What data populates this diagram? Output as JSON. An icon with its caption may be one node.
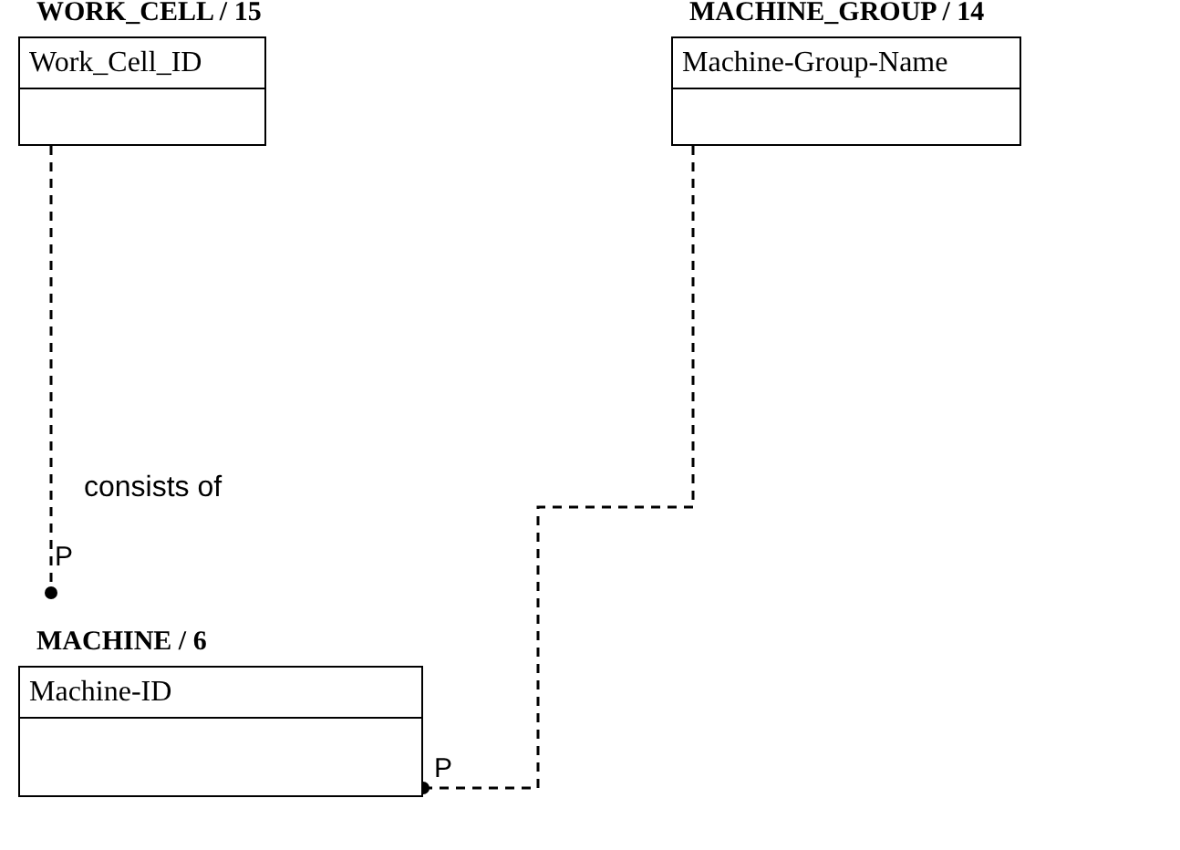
{
  "diagram": {
    "nodes": [
      {
        "text": [
          "WORK_CELL / 15",
          "Work_Cell_ID"
        ]
      },
      {
        "text": [
          "MACHINE_GROUP / 14",
          "Machine-Group-Name"
        ]
      },
      {
        "text": [
          "MACHINE / 6",
          "Machine-ID"
        ]
      }
    ],
    "edges": [
      {
        "from": 0,
        "to": 2,
        "arrow": "other",
        "style": "dashed",
        "label": "consists of"
      },
      {
        "from": 1,
        "to": 2,
        "arrow": "other",
        "style": "dashed"
      }
    ],
    "labels": [
      "P",
      "P"
    ]
  }
}
